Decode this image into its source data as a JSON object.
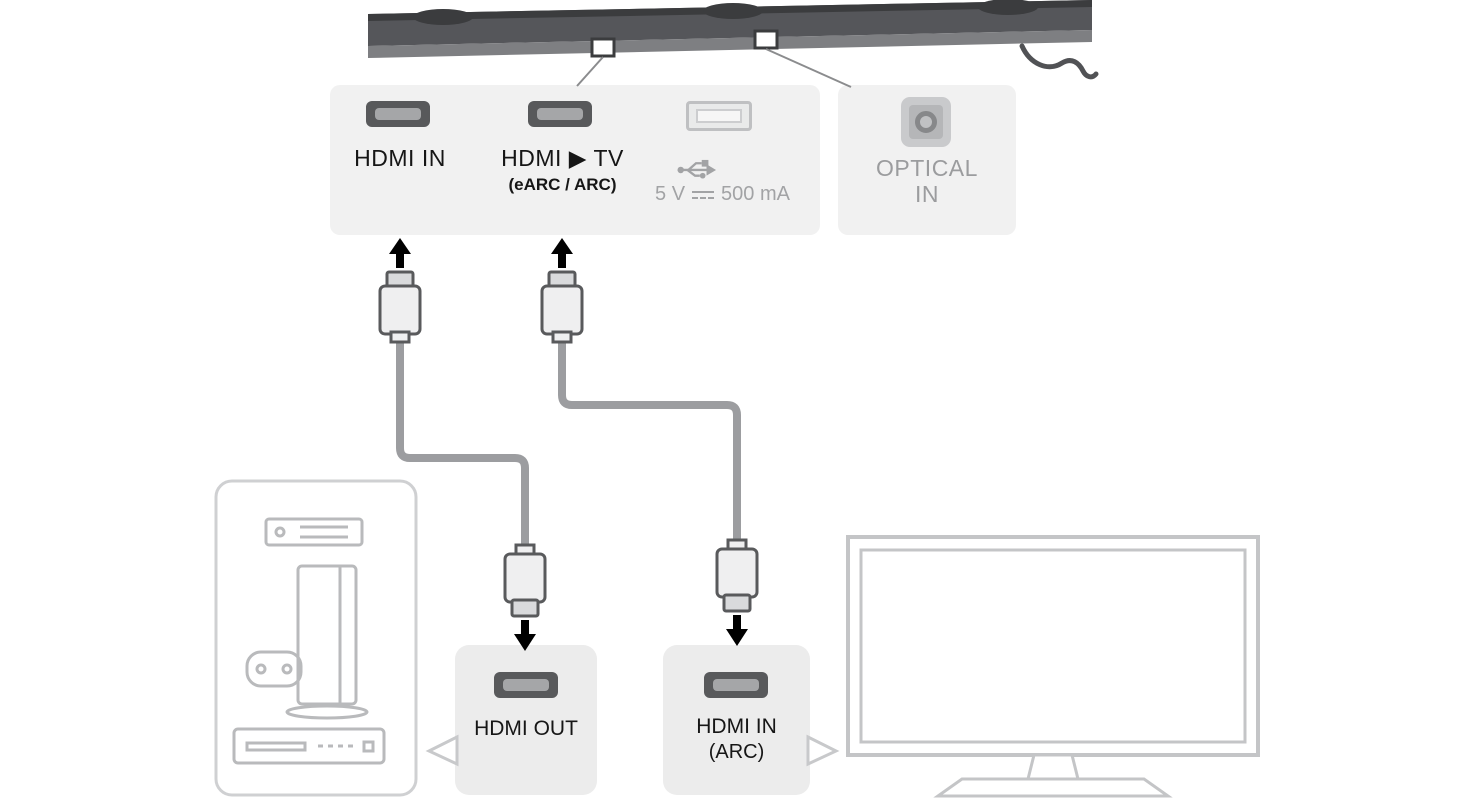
{
  "colors": {
    "panel_bg": "#f1f1f1",
    "box_bg": "#ececec",
    "port_dark": "#58595b",
    "cable_gray": "#9c9da0",
    "muted_text": "#a2a3a5",
    "outline_gray": "#c4c5c7",
    "label_text": "#161616"
  },
  "soundbar_panel": {
    "hdmi_in": {
      "label": "HDMI IN"
    },
    "hdmi_tv": {
      "label": "HDMI ▶ TV",
      "sublabel": "(eARC / ARC)"
    },
    "usb": {
      "value": "5 V",
      "unit": "500 mA"
    }
  },
  "optical_panel": {
    "line1": "OPTICAL",
    "line2": "IN"
  },
  "hdmi_out_box": {
    "label": "HDMI OUT"
  },
  "hdmi_in_arc_box": {
    "line1": "HDMI IN",
    "line2": "(ARC)"
  }
}
